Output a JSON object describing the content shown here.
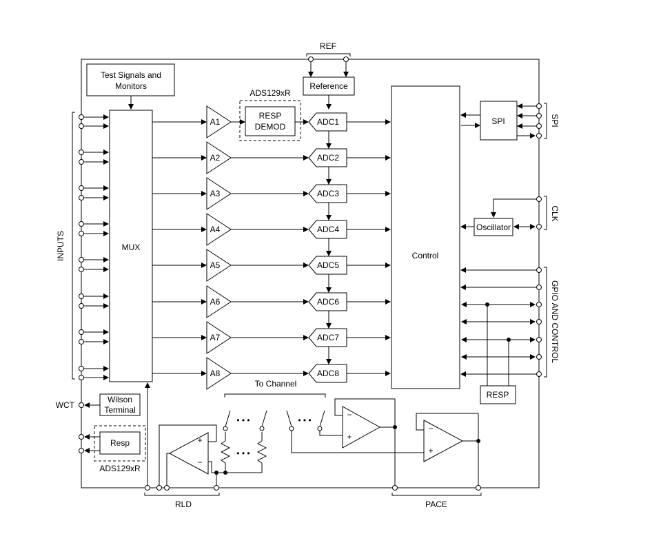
{
  "labels": {
    "ref": "REF",
    "reference": "Reference",
    "test_signals_line1": "Test Signals and",
    "test_signals_line2": "Monitors",
    "ads_top": "ADS129xR",
    "resp_demod_line1": "RESP",
    "resp_demod_line2": "DEMOD",
    "spi_block": "SPI",
    "spi_bus": "SPI",
    "clk": "CLK",
    "oscillator": "Oscillator",
    "control": "Control",
    "gpio": "GPIO AND CONTROL",
    "resp_gpio": "RESP",
    "mux": "MUX",
    "inputs": "INPUTS",
    "wct": "WCT",
    "wilson_line1": "Wilson",
    "wilson_line2": "Terminal",
    "resp_box": "Resp",
    "ads_bottom": "ADS129xR",
    "to_channel": "To Channel",
    "rld": "RLD",
    "pace": "PACE",
    "plus": "+",
    "minus": "−",
    "dots": "• • •"
  },
  "amplifiers": [
    "A1",
    "A2",
    "A3",
    "A4",
    "A5",
    "A6",
    "A7",
    "A8"
  ],
  "adcs": [
    "ADC1",
    "ADC2",
    "ADC3",
    "ADC4",
    "ADC5",
    "ADC6",
    "ADC7",
    "ADC8"
  ]
}
